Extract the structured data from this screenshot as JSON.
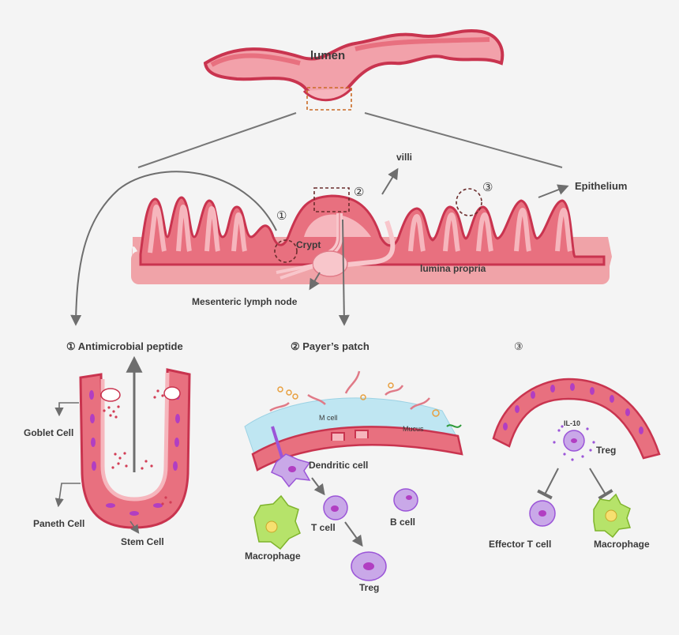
{
  "labels": {
    "lumen": "lumen",
    "villi": "villi",
    "epithelium": "Epithelium",
    "crypt": "Crypt",
    "lamina_propria": "lumina propria",
    "mesenteric": "Mesenteric lymph node",
    "marker1": "①",
    "marker2": "②",
    "marker3": "③"
  },
  "panel1": {
    "title": "① Antimicrobial peptide",
    "goblet": "Goblet Cell",
    "paneth": "Paneth Cell",
    "stem": "Stem Cell"
  },
  "panel2": {
    "title": "② Payer’s patch",
    "m_cell": "M cell",
    "mucus": "Mucus",
    "dendritic": "Dendritic cell",
    "t_cell": "T cell",
    "b_cell": "B cell",
    "macrophage": "Macrophage",
    "treg": "Treg"
  },
  "panel3": {
    "title": "③",
    "il10": "IL-10",
    "treg": "Treg",
    "effector": "Effector T cell",
    "macrophage": "Macrophage"
  },
  "colors": {
    "tissue": "#e8707f",
    "tissue_dark": "#c9344f",
    "tissue_light": "#f4a3ae",
    "propria": "#f0a3a8",
    "mucus": "#bfe6f2",
    "cell_purple": "#c9a8e8",
    "nucleus_purple": "#b13ec2",
    "macrophage_green": "#b6e36a",
    "dashed_box": "#9a5a2a",
    "arrow_gray": "#6e6e6e"
  }
}
